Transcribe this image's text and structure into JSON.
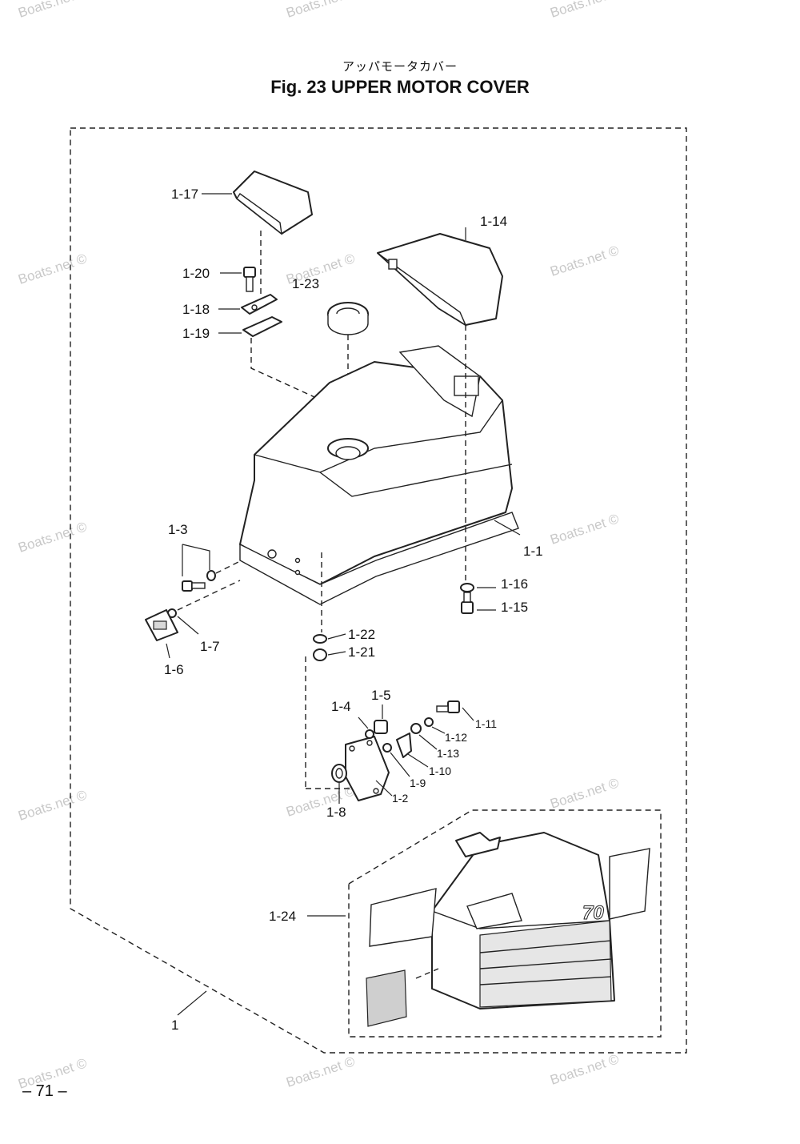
{
  "header": {
    "title_jp": "アッパモータカバー",
    "title": "Fig. 23    UPPER MOTOR COVER"
  },
  "footer": {
    "page_number": "– 71 –"
  },
  "watermark": "Boats.net ©",
  "callouts": {
    "c1_17": "1-17",
    "c1_14": "1-14",
    "c1_20": "1-20",
    "c1_23": "1-23",
    "c1_18": "1-18",
    "c1_19": "1-19",
    "c1_3": "1-3",
    "c1_1": "1-1",
    "c1_16": "1-16",
    "c1_15": "1-15",
    "c1_7": "1-7",
    "c1_6": "1-6",
    "c1_22": "1-22",
    "c1_21": "1-21",
    "c1_5": "1-5",
    "c1_4": "1-4",
    "c1_11": "1-11",
    "c1_12": "1-12",
    "c1_13": "1-13",
    "c1_10": "1-10",
    "c1_9": "1-9",
    "c1_2": "1-2",
    "c1_8": "1-8",
    "c1_24": "1-24",
    "c1": "1"
  },
  "decal": {
    "model_number": "70"
  }
}
